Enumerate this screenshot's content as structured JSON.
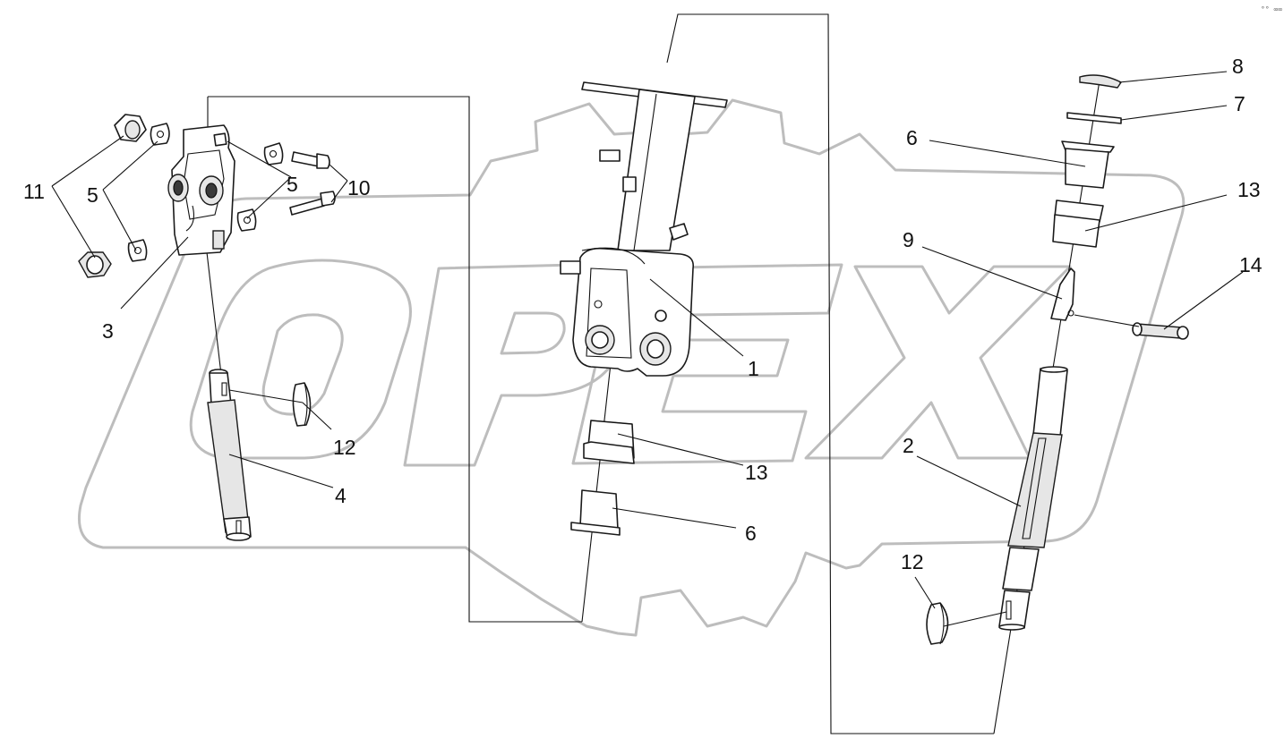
{
  "corner_mark": "°° ∞∞",
  "watermark": {
    "brand_text": "OPEX",
    "color": "#bdbdbd"
  },
  "callouts": {
    "c1": "1",
    "c2": "2",
    "c3": "3",
    "c4": "4",
    "c5a": "5",
    "c5b": "5",
    "c6a": "6",
    "c6b": "6",
    "c7": "7",
    "c8": "8",
    "c9": "9",
    "c10": "10",
    "c11": "11",
    "c12a": "12",
    "c12b": "12",
    "c13a": "13",
    "c13b": "13",
    "c14": "14"
  },
  "colors": {
    "line": "#111111",
    "background": "#ffffff"
  }
}
